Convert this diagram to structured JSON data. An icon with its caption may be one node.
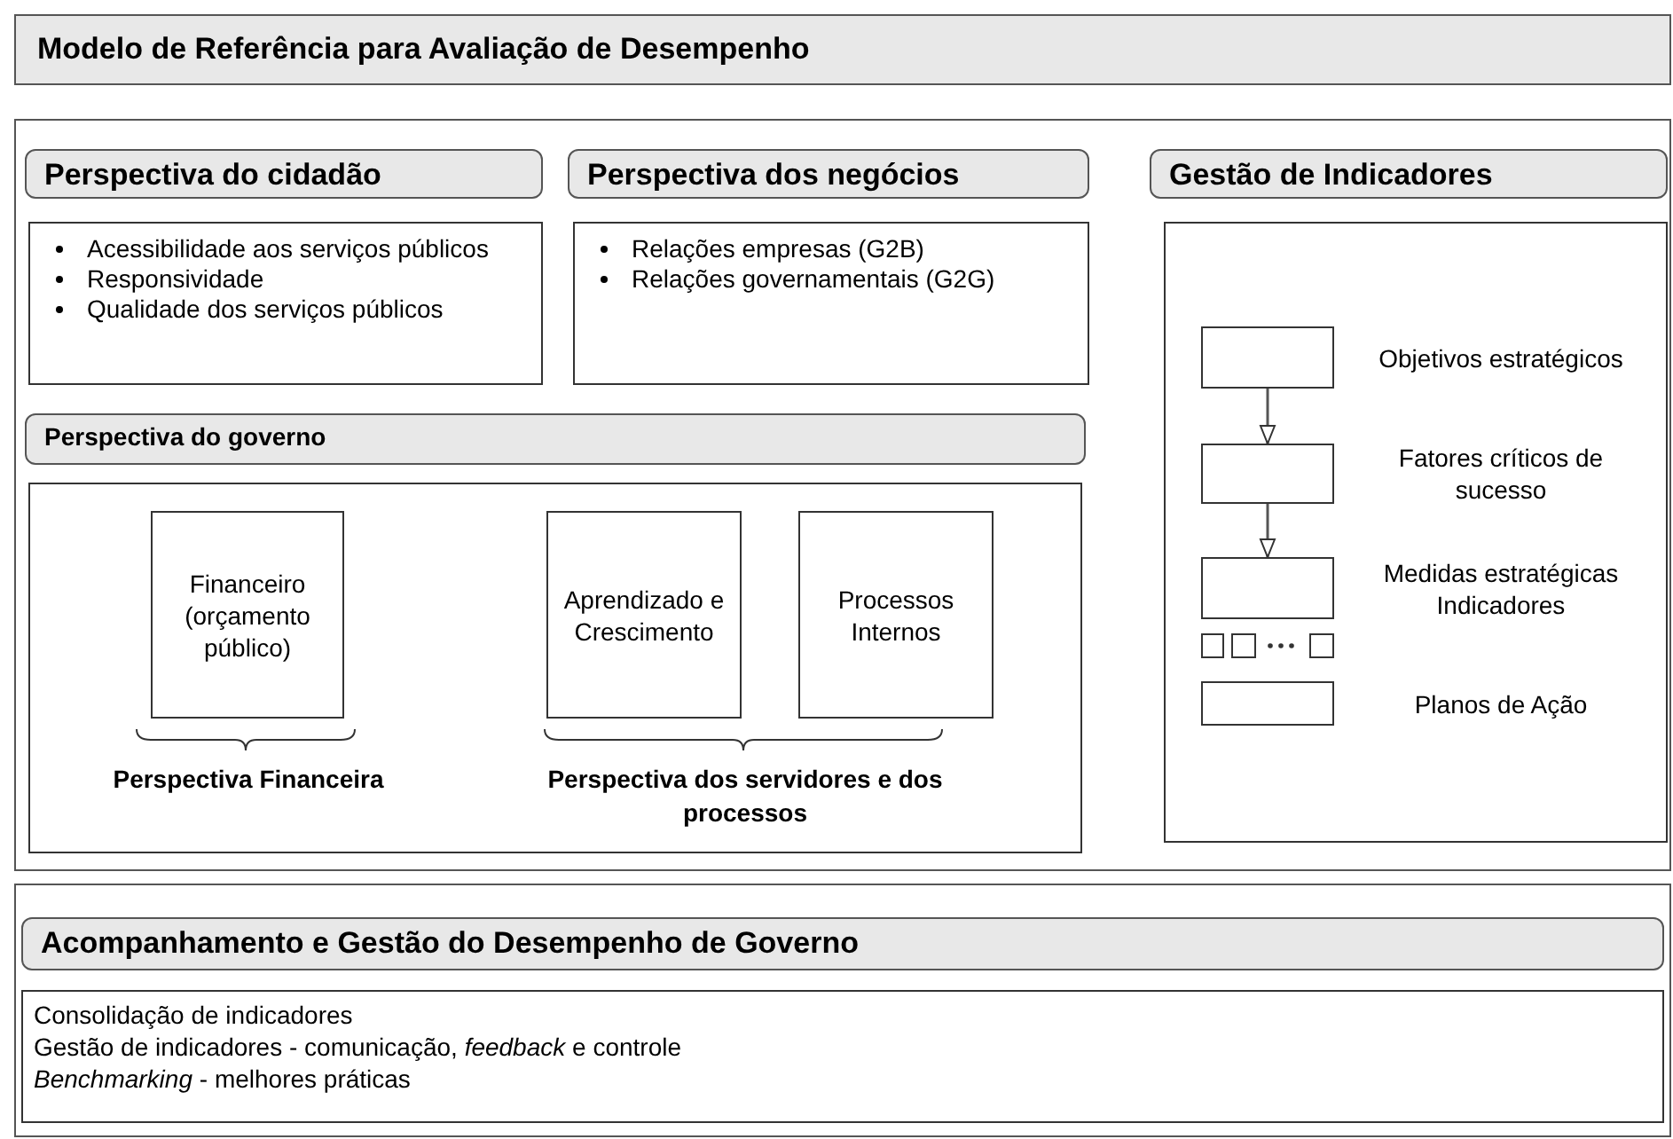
{
  "diagram": {
    "title": "Modelo de Referência para Avaliação de Desempenho",
    "nodes": [
      {
        "text": [
          "Perspectiva do cidadão"
        ]
      },
      {
        "text": [
          "Acessibilidade aos serviços públicos",
          "Responsividade",
          "Qualidade dos serviços públicos"
        ]
      },
      {
        "text": [
          "Perspectiva dos negócios"
        ]
      },
      {
        "text": [
          "Relações empresas (G2B)",
          "Relações governamentais (G2G)"
        ]
      },
      {
        "text": [
          "Gestão de Indicadores"
        ]
      },
      {
        "text": [],
        "shape": "box"
      },
      {
        "text": [],
        "shape": "box",
        "in": 5,
        "beside": [
          "Objetivos estratégicos"
        ]
      },
      {
        "text": [],
        "shape": "box",
        "in": 5,
        "beside": [
          "Fatores críticos de sucesso"
        ]
      },
      {
        "text": [],
        "shape": "box",
        "in": 5,
        "beside": [
          "Medidas estratégicas Indicadores"
        ]
      },
      {
        "text": [],
        "shape": "box",
        "in": 5
      },
      {
        "text": [],
        "shape": "box",
        "in": 5
      },
      {
        "text": [],
        "shape": "box",
        "in": 5
      },
      {
        "text": [],
        "shape": "box",
        "in": 5,
        "beside": [
          "Planos de Ação"
        ]
      },
      {
        "text": [
          "Perspectiva do governo"
        ]
      },
      {
        "text": [],
        "shape": "box"
      },
      {
        "text": [
          "Financeiro (orçamento público)"
        ],
        "in": 14
      },
      {
        "text": [
          "Aprendizado e Crescimento"
        ],
        "in": 14
      },
      {
        "text": [
          "Processos Internos"
        ],
        "in": 14
      },
      {
        "text": [
          "Acompanhamento e Gestão do Desempenho de Governo"
        ]
      },
      {
        "text": [
          "Consolidação de indicadores",
          "Gestão de indicadores - comunicação, *feedback* e controle",
          "*Benchmarking* - melhores práticas"
        ]
      }
    ],
    "edges": [
      {
        "from": 6,
        "to": 7,
        "arrow": "to"
      },
      {
        "from": 7,
        "to": 8,
        "arrow": "to"
      }
    ],
    "labels": [
      "Perspectiva Financeira",
      "Perspectiva dos servidores e dos processos"
    ]
  }
}
